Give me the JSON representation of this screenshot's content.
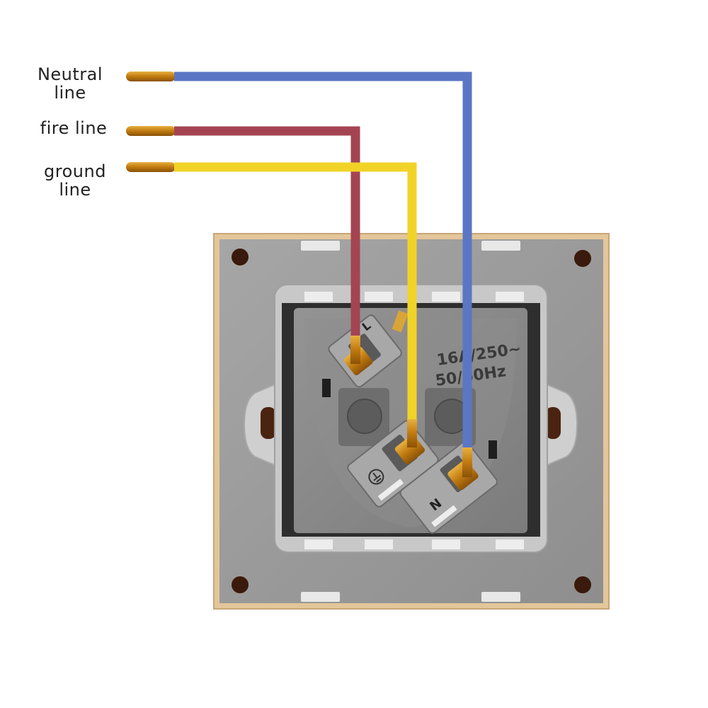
{
  "labels": {
    "neutral": {
      "line1": "Neutral",
      "line2": "line"
    },
    "fire": {
      "line1": "fire line"
    },
    "ground": {
      "line1": "ground",
      "line2": "line"
    }
  },
  "terminals": {
    "live": "L",
    "neutral": "N",
    "rating_line1": "16A/250~",
    "rating_line2": "50/60Hz"
  },
  "colors": {
    "neutral_wire": "#5A76C4",
    "fire_wire": "#A44452",
    "ground_wire": "#F1D328",
    "copper": "#C98A12",
    "gold_frame": "#E3C69A",
    "gray_plate": "#9B9B9B",
    "module_body": "#8A8A8A"
  }
}
